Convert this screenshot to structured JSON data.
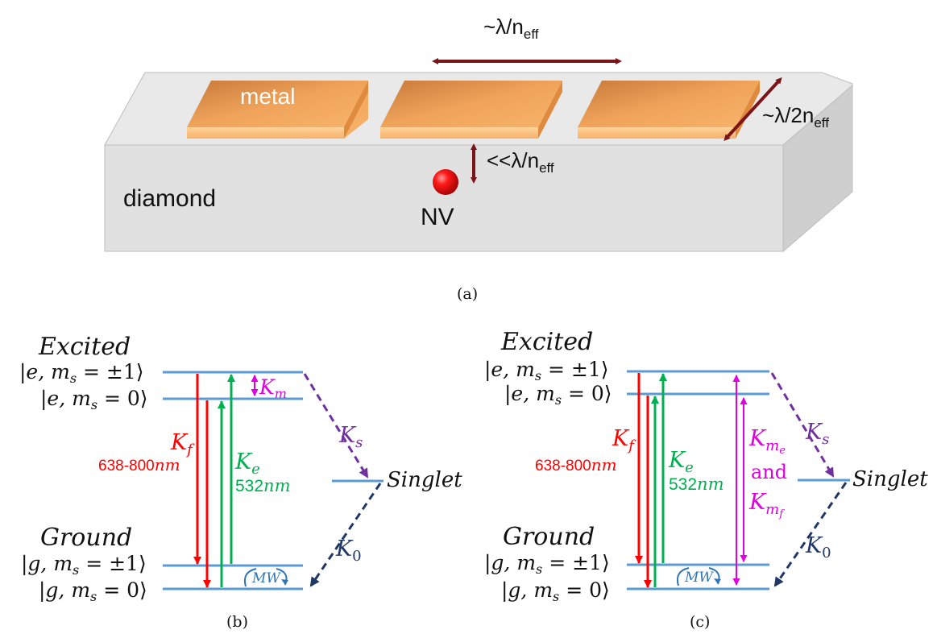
{
  "panel_a": {
    "caption": "(a)",
    "metal_label": "metal",
    "diamond_label": "diamond",
    "nv_label": "NV",
    "period_label": "~λ/n",
    "period_sub": "eff",
    "width_label": "~λ/2n",
    "width_sub": "eff",
    "depth_label": "<<λ/n",
    "depth_sub": "eff"
  },
  "panel_b": {
    "caption": "(b)",
    "excited": "Excited",
    "ground": "Ground",
    "e_pm1": "|e, m",
    "e_pm1_sub": "s",
    "e_pm1_tail": " = ±1⟩",
    "e_0": "|e, m",
    "e_0_sub": "s",
    "e_0_tail": " = 0⟩",
    "g_pm1": "|g, m",
    "g_pm1_sub": "s",
    "g_pm1_tail": " = ±1⟩",
    "g_0": "|g, m",
    "g_0_sub": "s",
    "g_0_tail": " = 0⟩",
    "kf": "K",
    "kf_sub": "f",
    "kf_wl": "638-800",
    "kf_unit": "nm",
    "ke": "K",
    "ke_sub": "e",
    "ke_wl": "532",
    "ke_unit": "nm",
    "km": "K",
    "km_sub": "m",
    "ks": "K",
    "ks_sub": "s",
    "k0": "K",
    "k0_sub": "0",
    "singlet": "Singlet",
    "mw": "MW"
  },
  "panel_c": {
    "caption": "(c)",
    "excited": "Excited",
    "ground": "Ground",
    "e_pm1": "|e, m",
    "e_pm1_sub": "s",
    "e_pm1_tail": " = ±1⟩",
    "e_0": "|e, m",
    "e_0_sub": "s",
    "e_0_tail": " = 0⟩",
    "g_pm1": "|g, m",
    "g_pm1_sub": "s",
    "g_pm1_tail": " = ±1⟩",
    "g_0": "|g, m",
    "g_0_sub": "s",
    "g_0_tail": " = 0⟩",
    "kf": "K",
    "kf_sub": "f",
    "kf_wl": "638-800",
    "kf_unit": "nm",
    "ke": "K",
    "ke_sub": "e",
    "ke_wl": "532",
    "ke_unit": "nm",
    "kme": "K",
    "kme_sub": "m",
    "kme_subsub": "e",
    "and": "and",
    "kmf": "K",
    "kmf_sub": "m",
    "kmf_subsub": "f",
    "ks": "K",
    "ks_sub": "s",
    "k0": "K",
    "k0_sub": "0",
    "singlet": "Singlet",
    "mw": "MW"
  },
  "colors": {
    "level": "#5b9bd5",
    "red": "#ff0000",
    "green": "#00b050",
    "magenta": "#e000e0",
    "purple": "#7030a0",
    "navy": "#1f3864",
    "arrow_dark": "#7b1416",
    "metal": "#f0a050",
    "diamond": "#e6e6e6"
  }
}
